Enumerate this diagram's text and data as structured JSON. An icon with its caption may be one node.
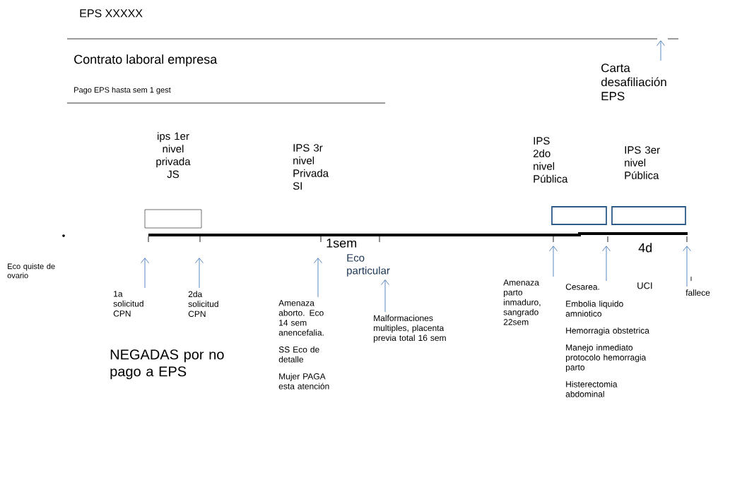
{
  "diagram": {
    "nodes": [
      {
        "text": [
          "ips 1er nivel privada JS"
        ]
      },
      {
        "text": [
          "IPS 2do nivel Pública"
        ]
      },
      {
        "text": [
          "IPS 3er nivel Pública"
        ]
      },
      {
        "text": [
          "Carta desafiliación EPS"
        ]
      },
      {
        "text": [
          "1a solicitud CPN"
        ]
      },
      {
        "text": [
          "2da solicitud CPN"
        ]
      },
      {
        "text": [
          "Amenaza aborto. Eco 14 sem anencefalia.",
          "SS Eco de detalle",
          "Mujer PAGA esta atención"
        ]
      },
      {
        "text": [
          "Malformaciones multiples, placenta previa total 16 sem"
        ]
      },
      {
        "text": [
          "Amenaza parto inmaduro, sangrado 22sem"
        ]
      },
      {
        "text": [
          "Cesarea.",
          "Embolia liquido amniotico",
          "Hemorragia obstetrica",
          "Manejo inmediato protocolo hemorragia parto",
          "Histerectomia abdominal"
        ]
      },
      {
        "text": [
          "fallece"
        ]
      },
      {
        "text": [
          "Eco particular"
        ]
      }
    ],
    "edges": [
      {
        "from": 3,
        "to": null,
        "arrow": "to"
      },
      {
        "from": 4,
        "to": null,
        "arrow": "to"
      },
      {
        "from": 5,
        "to": null,
        "arrow": "to"
      },
      {
        "from": 6,
        "to": null,
        "arrow": "to"
      },
      {
        "from": 7,
        "to": 11,
        "arrow": "to"
      },
      {
        "from": 8,
        "to": null,
        "arrow": "to"
      },
      {
        "from": 9,
        "to": null,
        "arrow": "to"
      },
      {
        "from": 10,
        "to": null,
        "arrow": "to"
      }
    ],
    "labels": [
      "EPS XXXXX",
      "Contrato laboral empresa",
      "Pago EPS hasta sem 1 gest",
      "IPS 3r nivel Privada SI",
      "Eco quiste de ovario",
      "1sem",
      "4d",
      "UCI",
      "NEGADAS por no pago a EPS"
    ]
  }
}
